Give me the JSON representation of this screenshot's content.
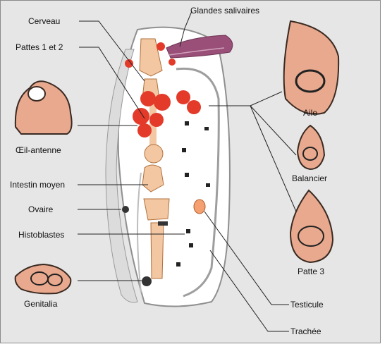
{
  "labels": {
    "cerveau": "Cerveau",
    "pattes12": "Pattes 1 et 2",
    "oeil_antenne": "Œil-antenne",
    "intestin": "Intestin moyen",
    "ovaire": "Ovaire",
    "histoblastes": "Histoblastes",
    "genitalia": "Genitalia",
    "glandes": "Glandes salivaires",
    "aile": "Aile",
    "balancier": "Balancier",
    "patte3": "Patte 3",
    "testicule": "Testicule",
    "trachee": "Trachée"
  },
  "colors": {
    "disc_red": "#e33a2a",
    "gland_purple": "#9a4f78",
    "gut_tan": "#f3c7a2",
    "disc_pink": "#e8a98e",
    "background": "#e6e6e6"
  }
}
